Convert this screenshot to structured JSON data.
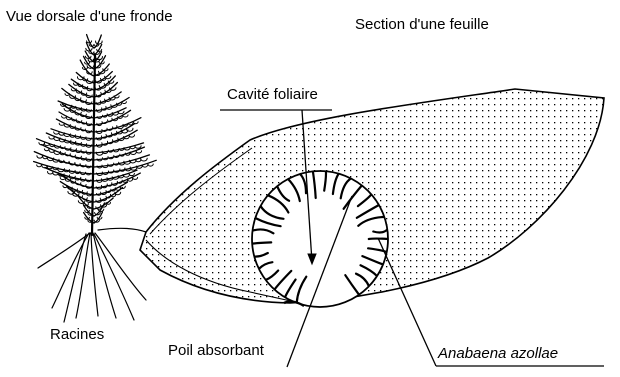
{
  "labels": {
    "frond_dorsal_view": "Vue dorsale d'une fronde",
    "leaf_section": "Section d'une feuille",
    "leaf_cavity": "Cavité foliaire",
    "roots": "Racines",
    "absorbent_hair": "Poil absorbant",
    "anabaena": "Anabaena azollae"
  }
}
